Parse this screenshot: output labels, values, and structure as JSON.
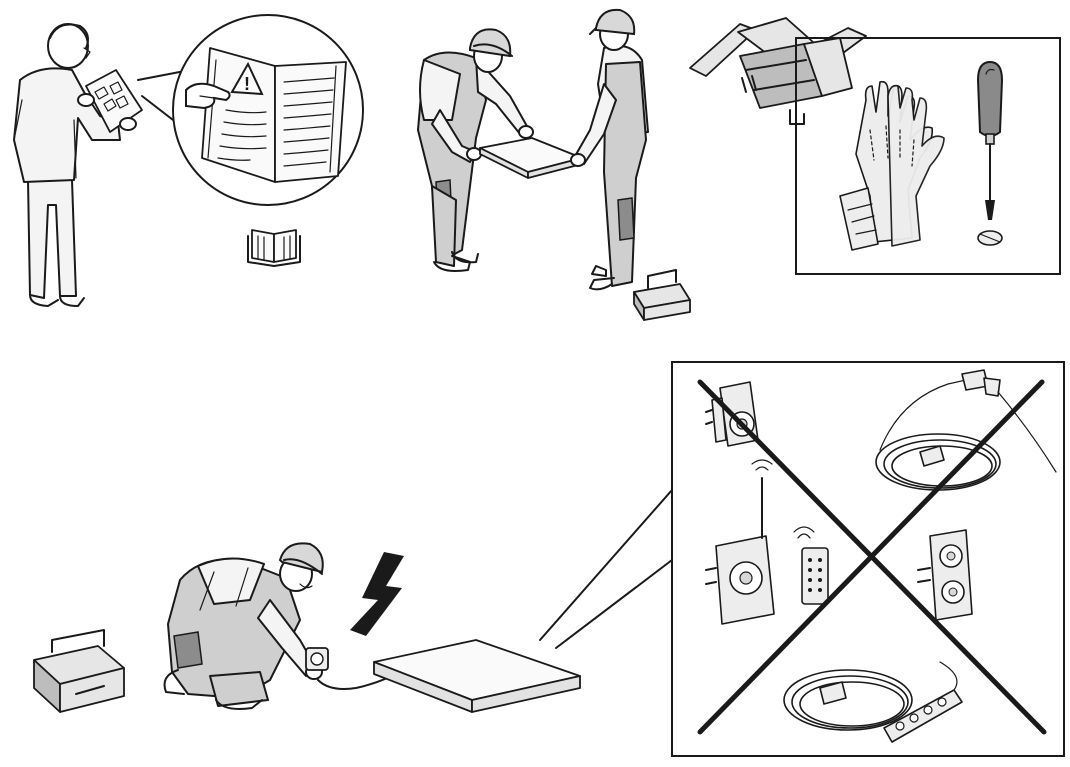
{
  "colors": {
    "line": "#1a1a1a",
    "paper": "#ffffff",
    "helmet": "#d8d8d8",
    "workwear": "#cfcfcf",
    "knee_patch": "#8c8c8c"
  },
  "warning_sign": {
    "glyph": "!"
  },
  "icons": [
    "reading-person",
    "manual-with-warning",
    "manual-book-icon",
    "installers-carrying-panel",
    "toolbox-icon",
    "gloves-icon",
    "screwdriver-icon",
    "flathead-screw-icon",
    "electrician-plugging-in",
    "lightning-bolt-icon",
    "heating-panel",
    "timer-plug-icon",
    "extension-cord-icon",
    "wireless-socket-icon",
    "remote-control-icon",
    "double-adapter-icon",
    "power-strip-icon",
    "prohibited-cross-icon"
  ]
}
